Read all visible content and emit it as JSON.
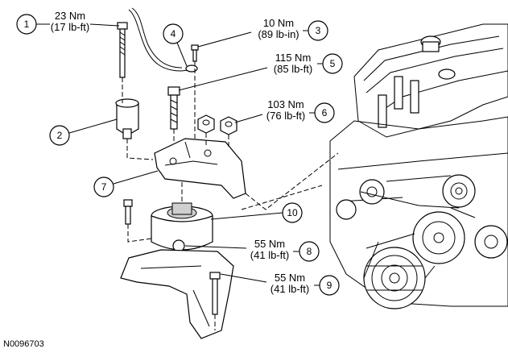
{
  "callouts": [
    {
      "id": "1",
      "number": "1",
      "torque_nm": "23 Nm",
      "torque_imperial": "(17 lb-ft)"
    },
    {
      "id": "2",
      "number": "2"
    },
    {
      "id": "3",
      "number": "3",
      "torque_nm": "10 Nm",
      "torque_imperial": "(89 lb-in)"
    },
    {
      "id": "4",
      "number": "4"
    },
    {
      "id": "5",
      "number": "5",
      "torque_nm": "115 Nm",
      "torque_imperial": "(85 lb-ft)"
    },
    {
      "id": "6",
      "number": "6",
      "torque_nm": "103 Nm",
      "torque_imperial": "(76 lb-ft)"
    },
    {
      "id": "7",
      "number": "7"
    },
    {
      "id": "8",
      "number": "8",
      "torque_nm": "55 Nm",
      "torque_imperial": "(41 lb-ft)"
    },
    {
      "id": "9",
      "number": "9",
      "torque_nm": "55 Nm",
      "torque_imperial": "(41 lb-ft)"
    },
    {
      "id": "10",
      "number": "10"
    }
  ],
  "figure_code": "N0096703"
}
